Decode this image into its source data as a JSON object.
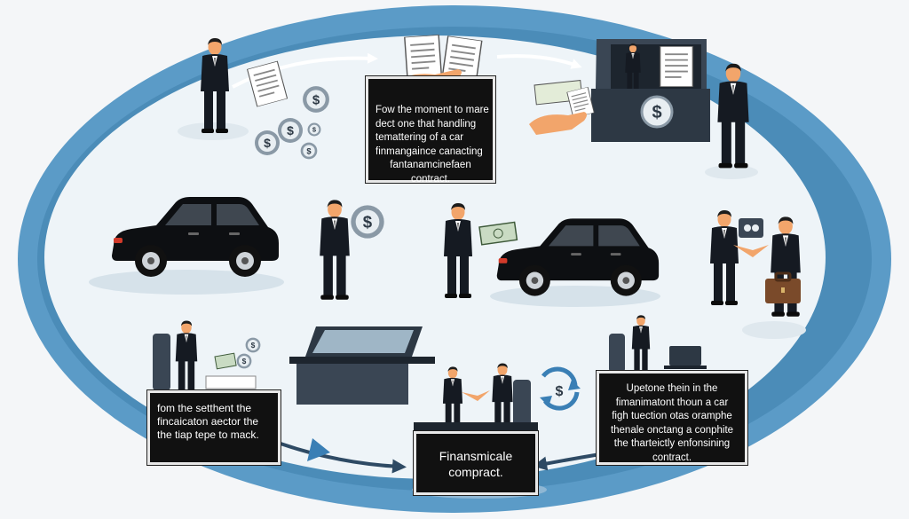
{
  "captions": {
    "top": {
      "lines": [
        "Fow the moment to mare",
        "dect one that handling",
        "temattering of a car",
        "finmangaince canacting",
        "fantanamcinefaen",
        "contract."
      ]
    },
    "left": {
      "lines": [
        "fom the setthent the",
        "fincaicaton aector the",
        "the tiap tepe to mack."
      ]
    },
    "bottom": {
      "lines": [
        "Finansmicale",
        "compract."
      ]
    },
    "right": {
      "lines": [
        "Upetone thein in the",
        "fimanimatont thoun a car",
        "figh tuection otas oramphe",
        "thenale onctang a conphite",
        "the tharteictly enfonsining",
        "contract."
      ]
    }
  },
  "colors": {
    "ring": "#5b9bc7",
    "ring_inner": "#eef4f8",
    "suit": "#151a22",
    "car": "#0d0f12",
    "desk": "#3a4654",
    "paper": "#ffffff",
    "skin": "#f2a56b",
    "coin": "#8a99a6",
    "arrow_dark": "#2e4a64",
    "arrow_blue": "#3a7fb5",
    "briefcase": "#7a4a2a"
  },
  "icons": [
    "dollar-coin-icon",
    "document-icon",
    "car-icon",
    "handshake-icon",
    "briefcase-icon",
    "laptop-icon",
    "refresh-cycle-icon"
  ]
}
